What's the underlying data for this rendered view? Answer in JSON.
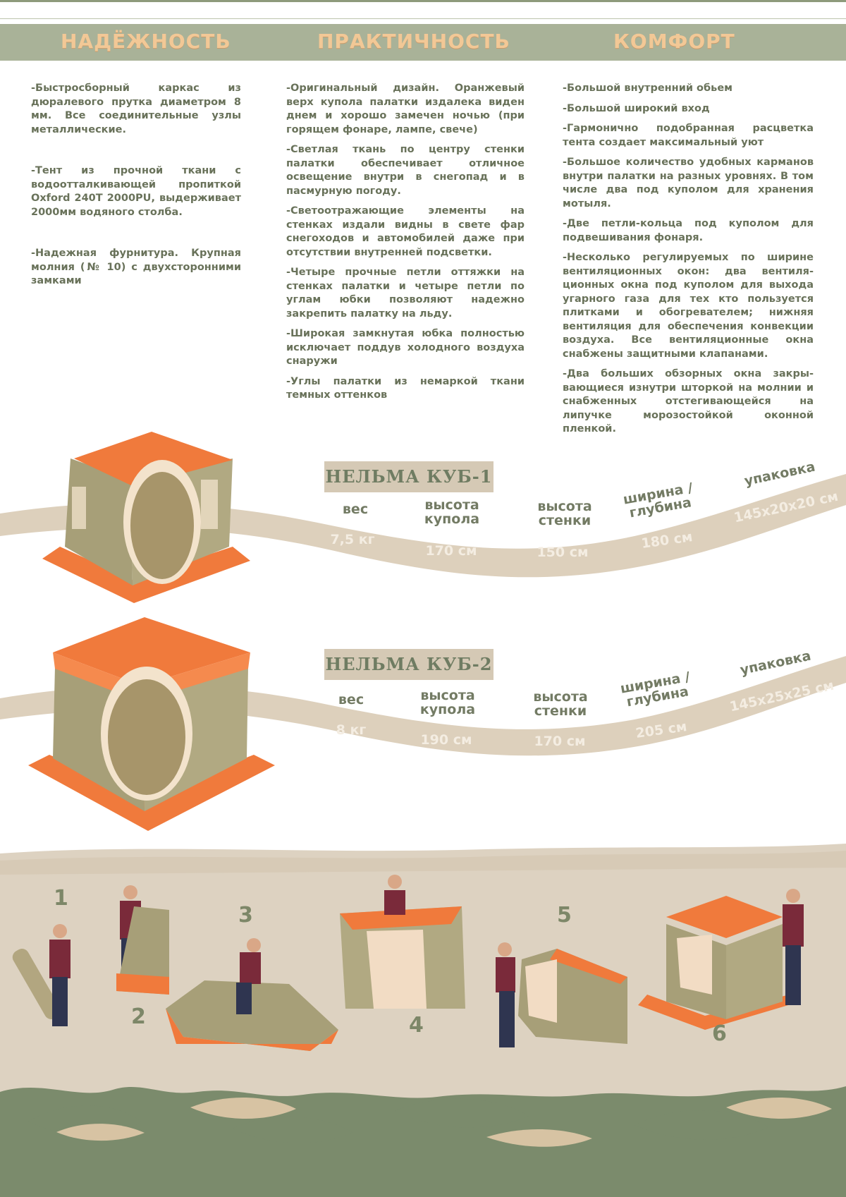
{
  "header": {
    "col1_title": "НАДЁЖНОСТЬ",
    "col2_title": "ПРАКТИЧНОСТЬ",
    "col3_title": "КОМФОРТ"
  },
  "reliability": {
    "items": [
      "-Быстросборный каркас из дюралевого прутка диаметром 8 мм. Все соединительные узлы металлические.",
      "-Тент из прочной ткани с водоотталкивающей пропиткой Oxford 240T 2000PU, выдерживает 2000мм водяного столба.",
      "-Надежная фурнитура. Крупная молния (№ 10) с двухсторонними замками"
    ]
  },
  "practicality": {
    "items": [
      "-Оригинальный дизайн. Оранжевый верх купола палатки издалека виден днем и хорошо замечен ночью (при горящем фонаре, лампе, свече)",
      "-Светлая ткань по центру стенки палатки обеспечивает отличное освещение внутри в снегопад и в пасмурную погоду.",
      "-Светоотражающие элементы на стенках издали видны в свете фар снегоходов и автомобилей даже при отсутствии внутренней подсветки.",
      "-Четыре прочные петли оттяжки на стенках палатки и четыре петли по углам юбки позволяют надежно закрепить палатку на льду.",
      "-Широкая замкнутая юбка полностью исключает поддув холодного воздуха снаружи",
      "-Углы палатки из немаркой ткани темных оттенков"
    ]
  },
  "comfort": {
    "items": [
      "-Большой внутренний обьем",
      "-Большой широкий вход",
      "-Гармонично подобранная расцветка тента создает максимальный уют",
      "-Большое количество удобных карманов внутри палатки на разных уровнях. В том числе два под куполом для хранения мотыля.",
      "-Две петли-кольца под куполом для подвешивания фонаря.",
      "-Несколько регулируемых по ширине вентиляционных окон: два вентиля-ционных окна под куполом для выхода угарного газа для тех кто пользуется плитками и обогревателем; нижняя вентиляция для обеспечения конвекции воздуха. Все вентиляционные окна снабжены защитными клапанами.",
      "-Два больших обзорных окна закры-вающиеся изнутри шторкой на молнии и снабженных отстегивающейся на липучке морозостойкой оконной пленкой."
    ]
  },
  "models": [
    {
      "name": "НЕЛЬМА КУБ-1",
      "labels": [
        "вес",
        "высота купола",
        "высота стенки",
        "ширина / глубина",
        "упаковка"
      ],
      "values": [
        "7,5 кг",
        "170 см",
        "150 см",
        "180 см",
        "145х20х20 см"
      ]
    },
    {
      "name": "НЕЛЬМА КУБ-2",
      "labels": [
        "вес",
        "высота купола",
        "высота стенки",
        "ширина / глубина",
        "упаковка"
      ],
      "values": [
        "8 кг",
        "190 см",
        "170 см",
        "205 см",
        "145х25х25 см"
      ]
    }
  ],
  "steps": [
    "1",
    "2",
    "3",
    "4",
    "5",
    "6"
  ],
  "colors": {
    "header_band": "#a9b298",
    "header_text": "#f2c896",
    "body_text": "#69725a",
    "tan_wave": "#d9ccb8",
    "bottom_band": "#ddd2c1",
    "fish_green": "#7b8b6c",
    "tent_orange": "#f07a3c",
    "tent_olive": "#a79f78"
  }
}
